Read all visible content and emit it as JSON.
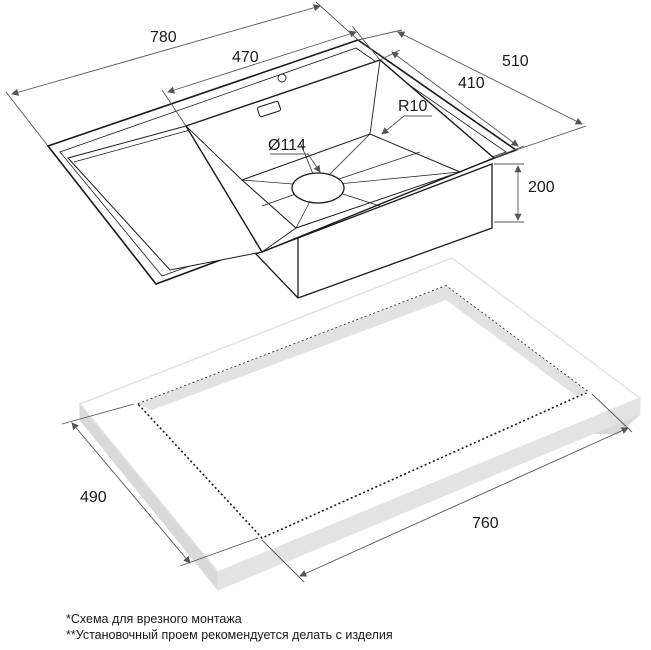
{
  "dimensions": {
    "overall_length": "780",
    "bowl_length": "470",
    "overall_width": "510",
    "bowl_width": "410",
    "corner_radius": "R10",
    "drain_diameter": "Ø114",
    "bowl_depth": "200",
    "cutout_width": "490",
    "cutout_length": "760"
  },
  "notes": {
    "mounting_scheme": "*Схема для врезного монтажа",
    "cutout_recommendation": "**Установочный проем рекомендуется делать с изделия"
  },
  "colors": {
    "line": "#1a1a1a",
    "dim_line": "#555555",
    "countertop_fill": "#ffffff",
    "countertop_edge": "#d9d9d9"
  }
}
